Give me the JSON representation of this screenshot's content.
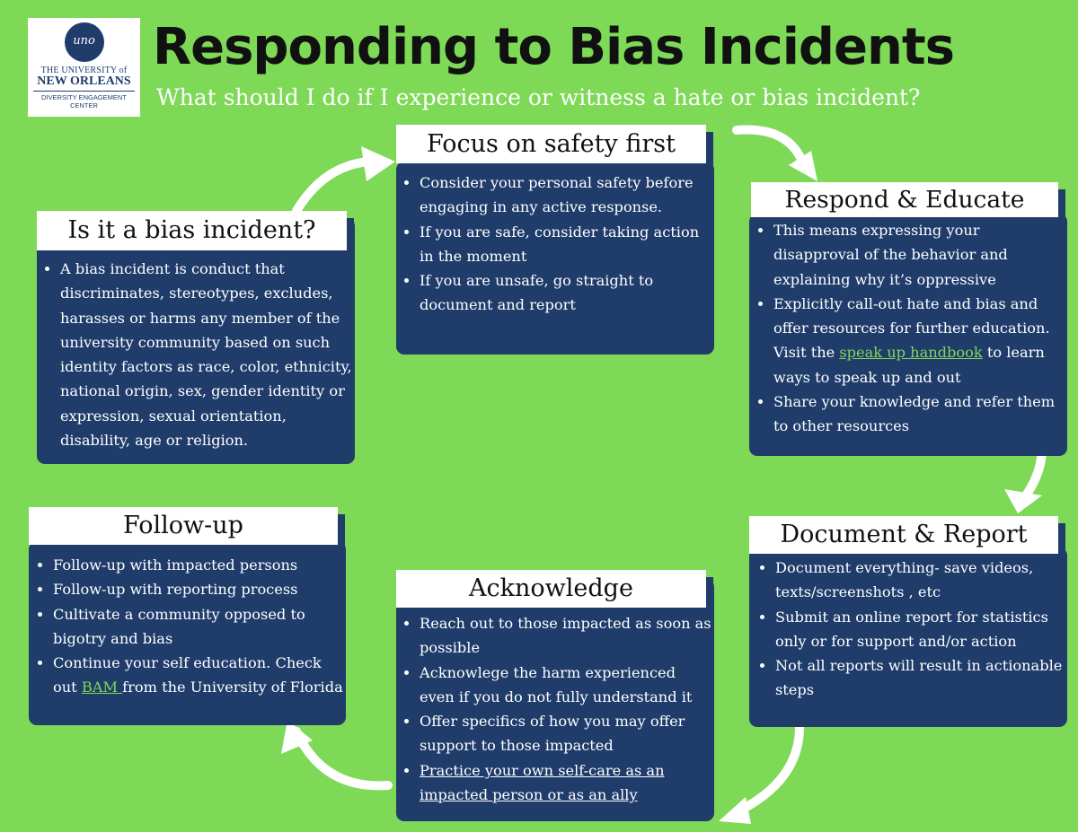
{
  "header": {
    "title": "Responding to Bias Incidents",
    "subtitle": "What should I do if I experience or witness a hate or bias incident?"
  },
  "logo": {
    "emblem_text": "uno",
    "line1": "THE UNIVERSITY of",
    "line2": "NEW ORLEANS",
    "line3": "DIVERSITY ENGAGEMENT CENTER"
  },
  "colors": {
    "background": "#7ed957",
    "panel": "#1f3c6b",
    "heading_bg": "#ffffff",
    "link": "#7ed957"
  },
  "sections": {
    "is_bias": {
      "heading": "Is it a bias incident?",
      "items": [
        "A bias incident is conduct that discriminates, stereotypes, excludes, harasses or harms any member of the university community based on such identity factors as race, color, ethnicity, national origin, sex, gender identity or expression, sexual orientation, disability, age or religion."
      ]
    },
    "safety": {
      "heading": "Focus on safety first",
      "items": [
        "Consider your personal safety before engaging in any active response.",
        "If you are safe, consider taking action in the moment",
        "If you are unsafe, go straight to document and report"
      ]
    },
    "respond": {
      "heading": "Respond & Educate",
      "item1": "This means expressing your disapproval of the behavior and explaining why it’s oppressive",
      "item2_before": "Explicitly call-out hate and bias and offer resources for further education. Visit the ",
      "item2_link": "speak up handbook",
      "item2_after": " to learn ways to speak up and out",
      "item3": "Share your knowledge and refer them to other resources"
    },
    "document": {
      "heading": "Document & Report",
      "items": [
        "Document everything- save videos, texts/screenshots , etc",
        "Submit an online report for statistics only or for support and/or action",
        "Not all reports will result in actionable steps"
      ]
    },
    "acknowledge": {
      "heading": "Acknowledge",
      "items": [
        "Reach out to those impacted as soon as possible",
        "Acknowlege the harm experienced even if you do not fully understand it",
        "Offer specifics of how you may offer support to those impacted"
      ],
      "item4_link": "Practice your own self-care as an impacted person or as an ally"
    },
    "followup": {
      "heading": "Follow-up",
      "items": [
        "Follow-up with impacted persons",
        "Follow-up with reporting process",
        "Cultivate a community opposed to bigotry and bias"
      ],
      "item4_before": "Continue your self education. Check out ",
      "item4_link": "BAM ",
      "item4_after": "from the University of Florida"
    }
  }
}
